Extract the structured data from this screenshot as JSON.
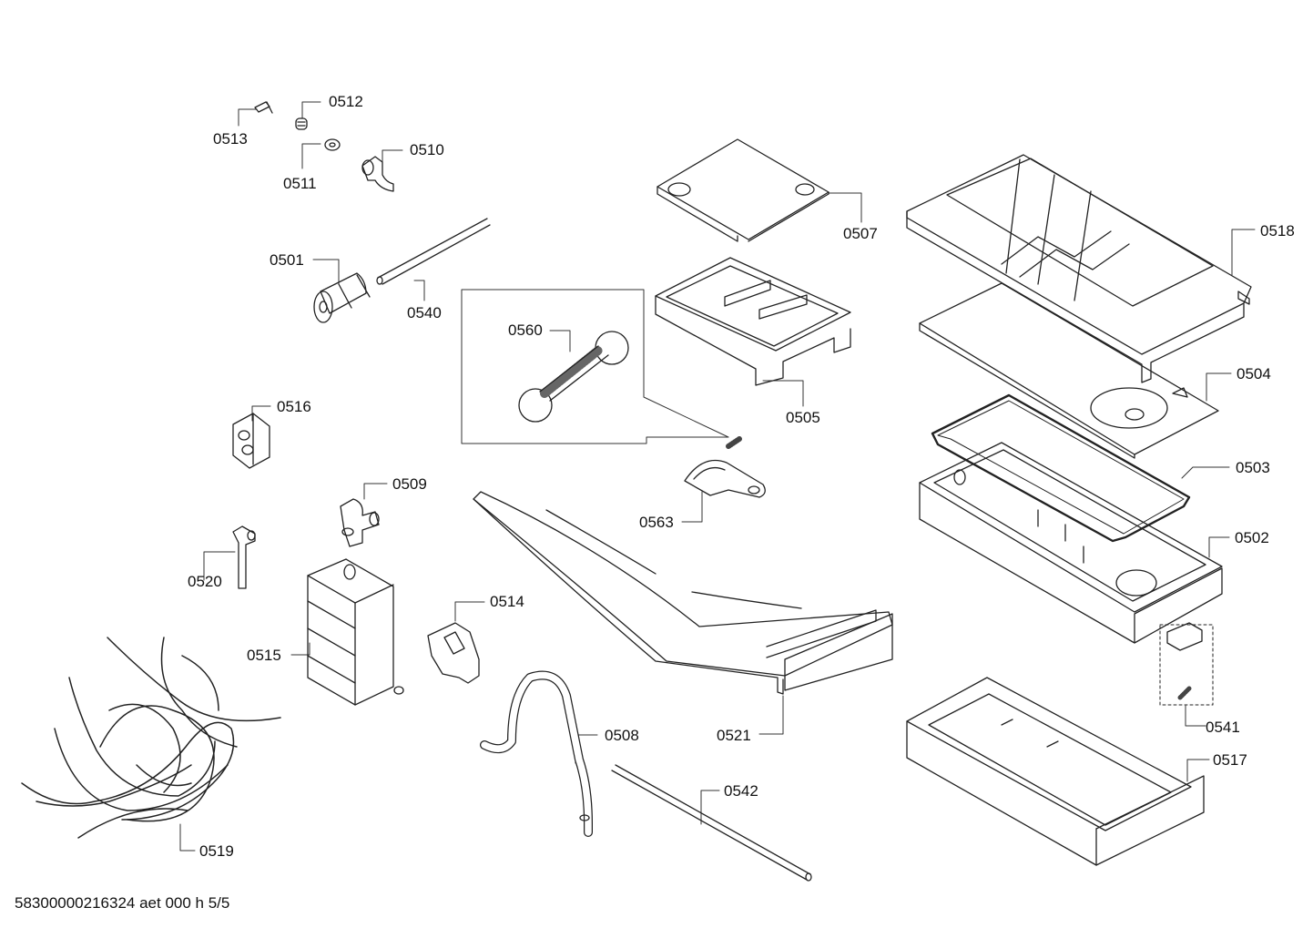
{
  "diagram": {
    "footer_text": "58300000216324 aet 000 h 5/5",
    "parts": [
      {
        "id": "p0513",
        "number": "0513"
      },
      {
        "id": "p0512",
        "number": "0512"
      },
      {
        "id": "p0511",
        "number": "0511"
      },
      {
        "id": "p0510",
        "number": "0510"
      },
      {
        "id": "p0501",
        "number": "0501"
      },
      {
        "id": "p0540",
        "number": "0540"
      },
      {
        "id": "p0560",
        "number": "0560"
      },
      {
        "id": "p0507",
        "number": "0507"
      },
      {
        "id": "p0505",
        "number": "0505"
      },
      {
        "id": "p0518",
        "number": "0518"
      },
      {
        "id": "p0504",
        "number": "0504"
      },
      {
        "id": "p0503",
        "number": "0503"
      },
      {
        "id": "p0502",
        "number": "0502"
      },
      {
        "id": "p0516",
        "number": "0516"
      },
      {
        "id": "p0509",
        "number": "0509"
      },
      {
        "id": "p0563",
        "number": "0563"
      },
      {
        "id": "p0520",
        "number": "0520"
      },
      {
        "id": "p0514",
        "number": "0514"
      },
      {
        "id": "p0515",
        "number": "0515"
      },
      {
        "id": "p0521",
        "number": "0521"
      },
      {
        "id": "p0541",
        "number": "0541"
      },
      {
        "id": "p0508",
        "number": "0508"
      },
      {
        "id": "p0517",
        "number": "0517"
      },
      {
        "id": "p0542",
        "number": "0542"
      },
      {
        "id": "p0519",
        "number": "0519"
      }
    ]
  }
}
